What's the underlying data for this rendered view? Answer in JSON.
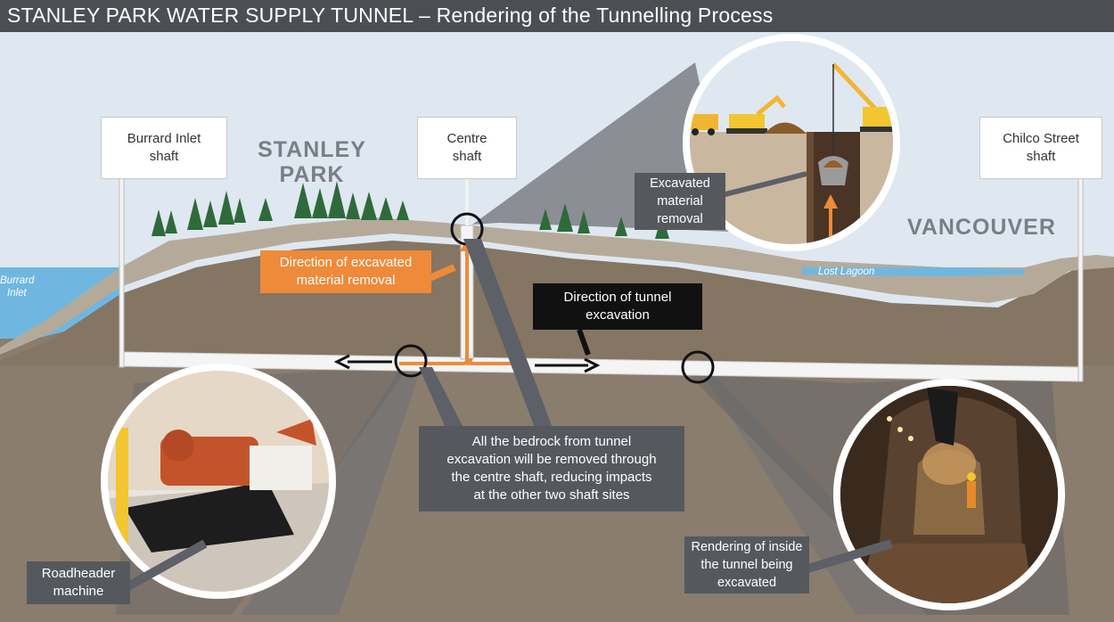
{
  "title": {
    "main": "STANLEY PARK WATER SUPPLY TUNNEL",
    "dash": " – ",
    "sub": "Rendering of the Tunnelling Process"
  },
  "shafts": {
    "burrard": {
      "line1": "Burrard Inlet",
      "line2": "shaft"
    },
    "centre": {
      "line1": "Centre",
      "line2": "shaft"
    },
    "chilco": {
      "line1": "Chilco Street",
      "line2": "shaft"
    }
  },
  "places": {
    "stanley_line1": "STANLEY",
    "stanley_line2": "PARK",
    "vancouver": "VANCOUVER",
    "burrard_inlet_line1": "Burrard",
    "burrard_inlet_line2": "Inlet",
    "lost_lagoon": "Lost Lagoon"
  },
  "labels": {
    "excavated_removal": {
      "line1": "Excavated",
      "line2": "material",
      "line3": "removal"
    },
    "direction_removal": {
      "line1": "Direction of excavated",
      "line2": "material removal"
    },
    "direction_tunnel": {
      "line1": "Direction of tunnel",
      "line2": "excavation"
    },
    "bedrock": {
      "line1": "All the bedrock from tunnel",
      "line2": "excavation will be removed through",
      "line3": "the centre shaft, reducing impacts",
      "line4": "at the other two shaft sites"
    },
    "roadheader": {
      "line1": "Roadheader",
      "line2": "machine"
    },
    "inside_tunnel": {
      "line1": "Rendering of inside",
      "line2": "the tunnel being",
      "line3": "excavated"
    }
  },
  "colors": {
    "title_bg": "#4b4f54",
    "sky": "#dfe8f0",
    "ground": "#8a7d6e",
    "orange": "#ee8a3a",
    "water": "#6fb7e0"
  }
}
